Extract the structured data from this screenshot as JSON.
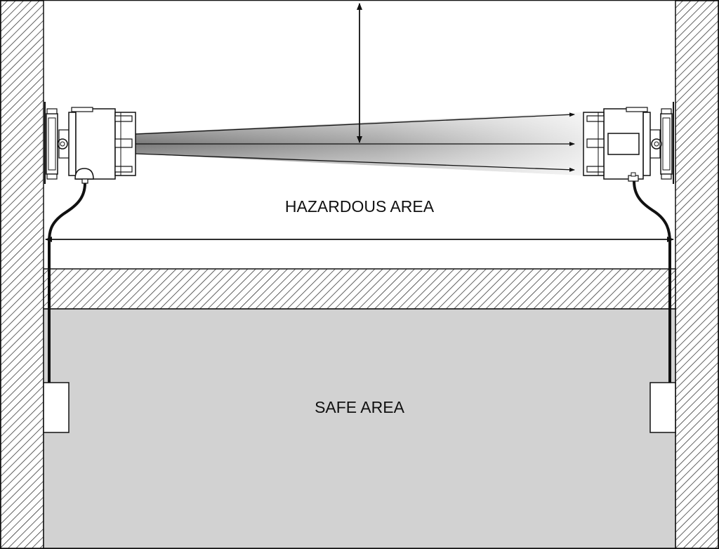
{
  "labels": {
    "hazardous_area": "HAZARDOUS AREA",
    "safe_area": "SAFE AREA"
  },
  "colors": {
    "line": "#111111",
    "safe_area_fill": "#d2d2d2",
    "beam_dark": "#7a7a7a",
    "device_fill": "#ffffff",
    "junction_box_fill": "#ffffff"
  },
  "devices": {
    "transmitter": "transmitter-unit",
    "receiver": "receiver-unit"
  }
}
